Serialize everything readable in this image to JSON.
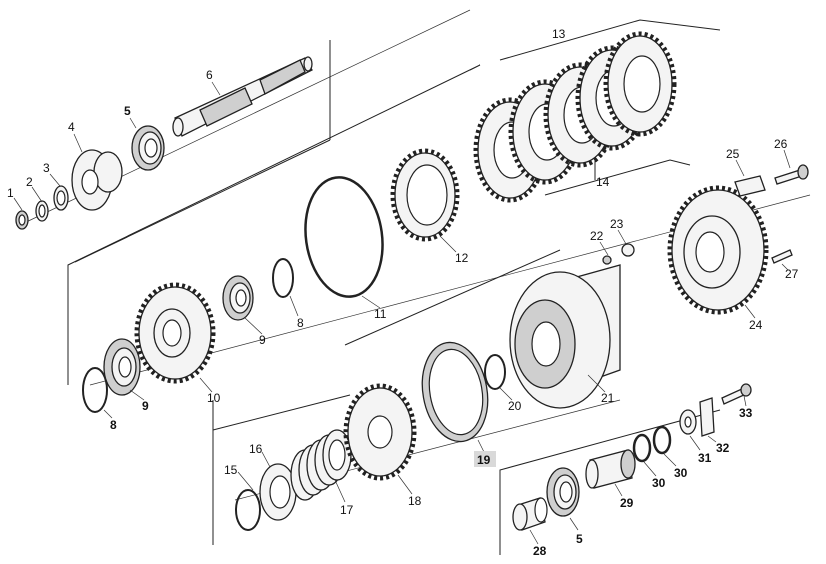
{
  "labels": {
    "l1": "1",
    "l2": "2",
    "l3": "3",
    "l4": "4",
    "l5a": "5",
    "l6": "6",
    "l8a": "8",
    "l8b": "8",
    "l9a": "9",
    "l9b": "9",
    "l10": "10",
    "l11": "11",
    "l12": "12",
    "l13": "13",
    "l14": "14",
    "l15": "15",
    "l16": "16",
    "l17": "17",
    "l18": "18",
    "l19": "19",
    "l20": "20",
    "l21": "21",
    "l22": "22",
    "l23": "23",
    "l24": "24",
    "l25": "25",
    "l26": "26",
    "l27": "27",
    "l28": "28",
    "l5b": "5",
    "l29": "29",
    "l30a": "30",
    "l30b": "30",
    "l31": "31",
    "l32": "32",
    "l33": "33"
  }
}
